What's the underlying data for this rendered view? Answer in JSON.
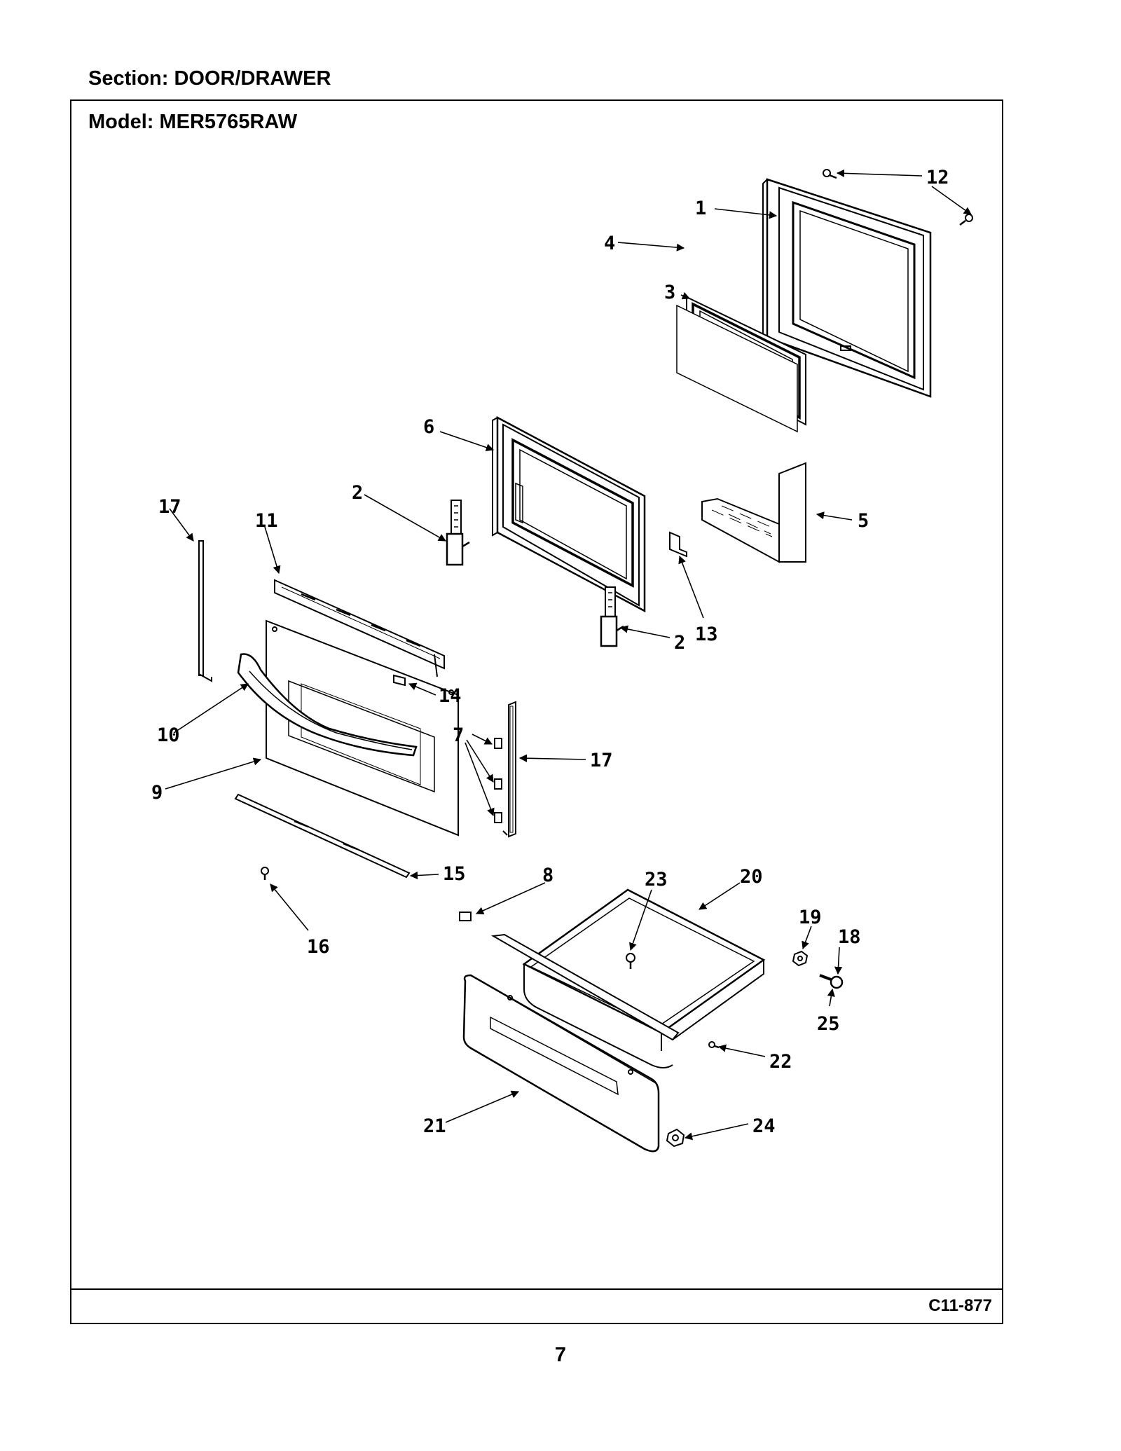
{
  "section_title": "Section:  DOOR/DRAWER",
  "model_title": "Model:  MER5765RAW",
  "diagram_code": "C11-877",
  "page_number": "7",
  "callouts": [
    "1",
    "2",
    "2",
    "3",
    "4",
    "5",
    "6",
    "7",
    "8",
    "9",
    "10",
    "11",
    "12",
    "13",
    "14",
    "15",
    "16",
    "17",
    "17",
    "18",
    "19",
    "20",
    "21",
    "22",
    "23",
    "24",
    "25"
  ]
}
